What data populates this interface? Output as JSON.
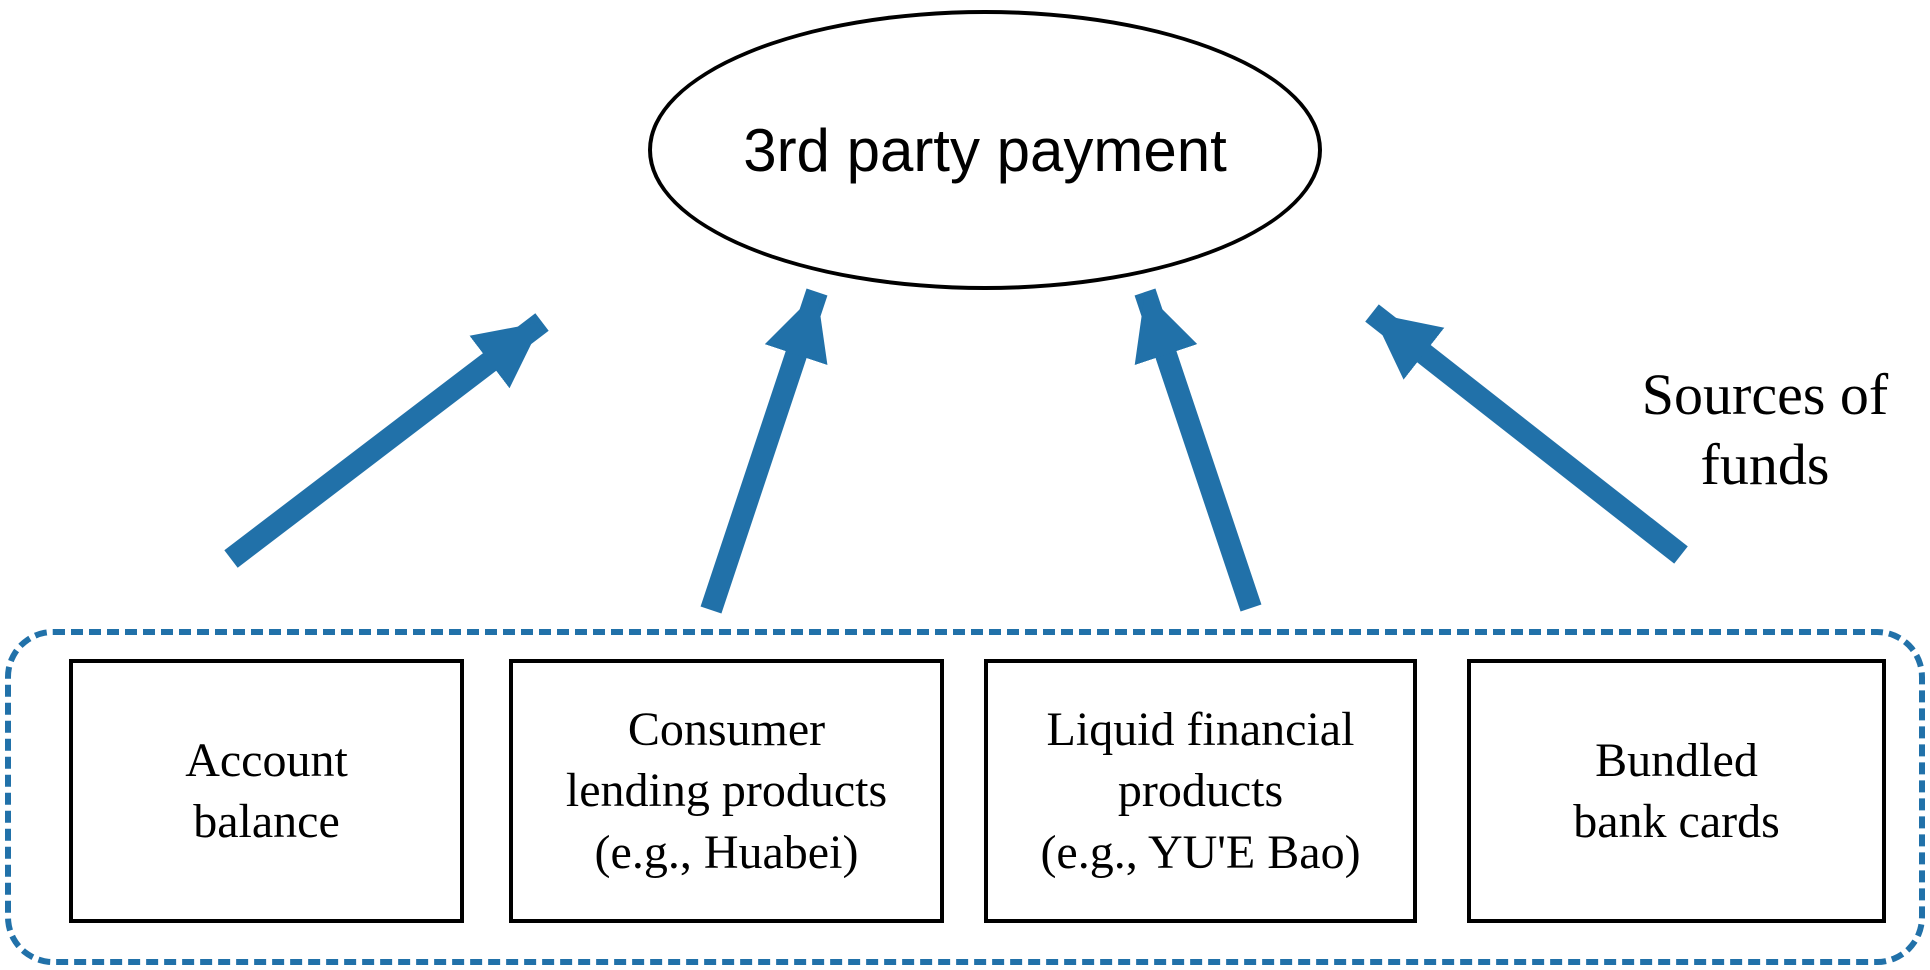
{
  "ellipse": {
    "label": "3rd party payment"
  },
  "side_label": "Sources of\nfunds",
  "boxes": [
    {
      "label": "Account\nbalance"
    },
    {
      "label": "Consumer\nlending products\n(e.g., Huabei)"
    },
    {
      "label": "Liquid financial\nproducts\n(e.g., YU'E Bao)"
    },
    {
      "label": "Bundled\nbank cards"
    }
  ],
  "colors": {
    "accent_blue": "#2171a9",
    "outline_black": "#000000",
    "background": "#ffffff"
  }
}
